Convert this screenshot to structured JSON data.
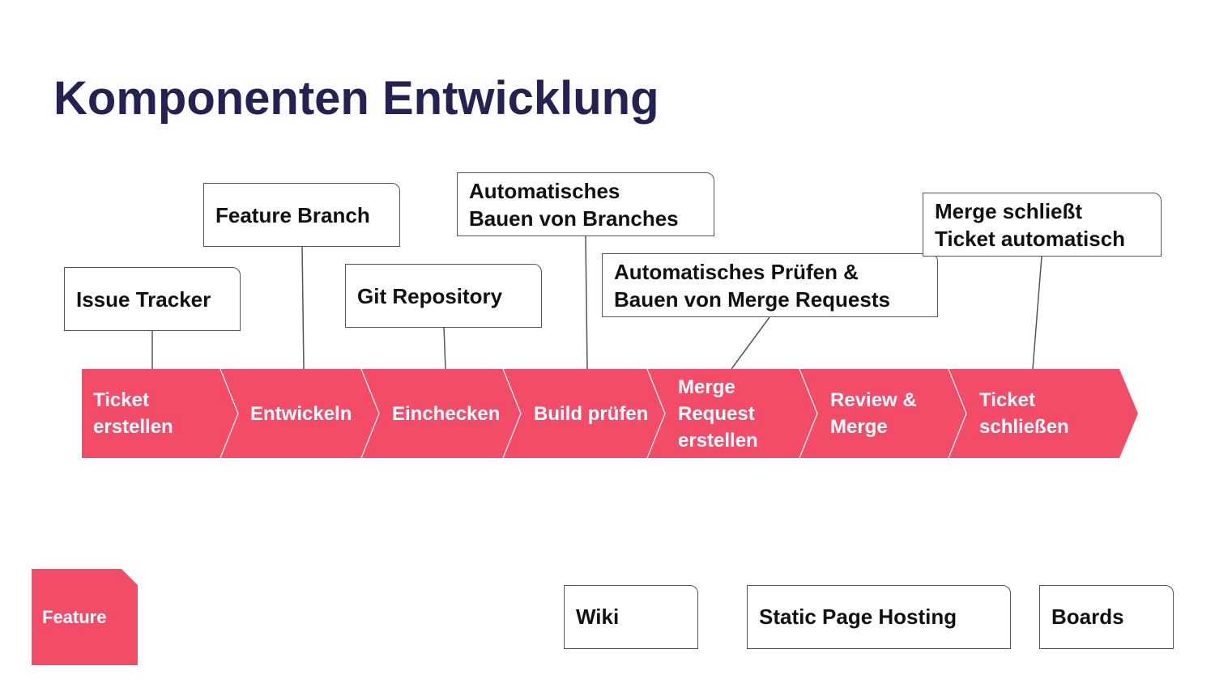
{
  "title": "Komponenten Entwicklung",
  "colors": {
    "title": "#232252",
    "accent": "#f24c68",
    "border": "#555555"
  },
  "process_steps": [
    {
      "label": "Ticket\nerstellen"
    },
    {
      "label": "Entwickeln"
    },
    {
      "label": "Einchecken"
    },
    {
      "label": "Build prüfen"
    },
    {
      "label": "Merge\nRequest\nerstellen"
    },
    {
      "label": "Review &\nMerge"
    },
    {
      "label": "Ticket\nschließen"
    }
  ],
  "callouts": [
    {
      "label": "Issue Tracker"
    },
    {
      "label": "Feature Branch"
    },
    {
      "label": "Git Repository"
    },
    {
      "label": "Automatisches\nBauen von Branches"
    },
    {
      "label": "Automatisches Prüfen &\nBauen von Merge Requests"
    },
    {
      "label": "Merge schließt\nTicket automatisch"
    }
  ],
  "legend": {
    "feature_label": "Feature"
  },
  "extras": [
    {
      "label": "Wiki"
    },
    {
      "label": "Static Page Hosting"
    },
    {
      "label": "Boards"
    }
  ]
}
